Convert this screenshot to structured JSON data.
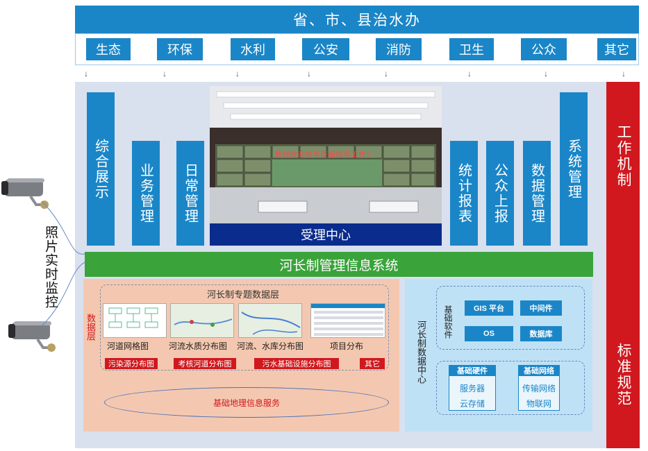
{
  "header": {
    "title": "省、市、县治水办"
  },
  "departments": [
    "生态",
    "环保",
    "水利",
    "公安",
    "消防",
    "卫生",
    "公众",
    "其它"
  ],
  "left_columns": [
    "综合展示",
    "业务管理",
    "日常管理"
  ],
  "right_columns": [
    "统计报表",
    "公众上报",
    "数据管理",
    "系统管理"
  ],
  "center": {
    "label": "受理中心",
    "banner": "热烈欢迎领导莅临指导工作！"
  },
  "side": {
    "camera_label": "照片实时监控"
  },
  "work_mechanism": "工作机制",
  "standards": "标准规范",
  "system_bar": "河长制管理信息系统",
  "data_layer": {
    "side_label": "数据层",
    "title": "河长制专题数据层",
    "maps": [
      "河道网格图",
      "河流水质分布图",
      "河流、水库分布图",
      "项目分布"
    ],
    "red_items": [
      "污染源分布图",
      "考核河道分布图",
      "污水基础设施分布图",
      "其它"
    ],
    "base_service": "基础地理信息服务"
  },
  "data_center": {
    "label": "河长制数据中心",
    "software_label": "基础软件",
    "software": [
      "GIS 平台",
      "中间件",
      "OS",
      "数据库"
    ],
    "hardware_title": "基础硬件",
    "hardware": [
      "服务器",
      "云存储"
    ],
    "network_title": "基础网络",
    "network": [
      "传输网络",
      "物联网"
    ]
  },
  "colors": {
    "blue": "#1a86c8",
    "green": "#3aa33a",
    "red": "#d0181e",
    "bg": "#d9e0ee",
    "peach": "#f4c8b0",
    "lightblue": "#bfe1f5"
  }
}
